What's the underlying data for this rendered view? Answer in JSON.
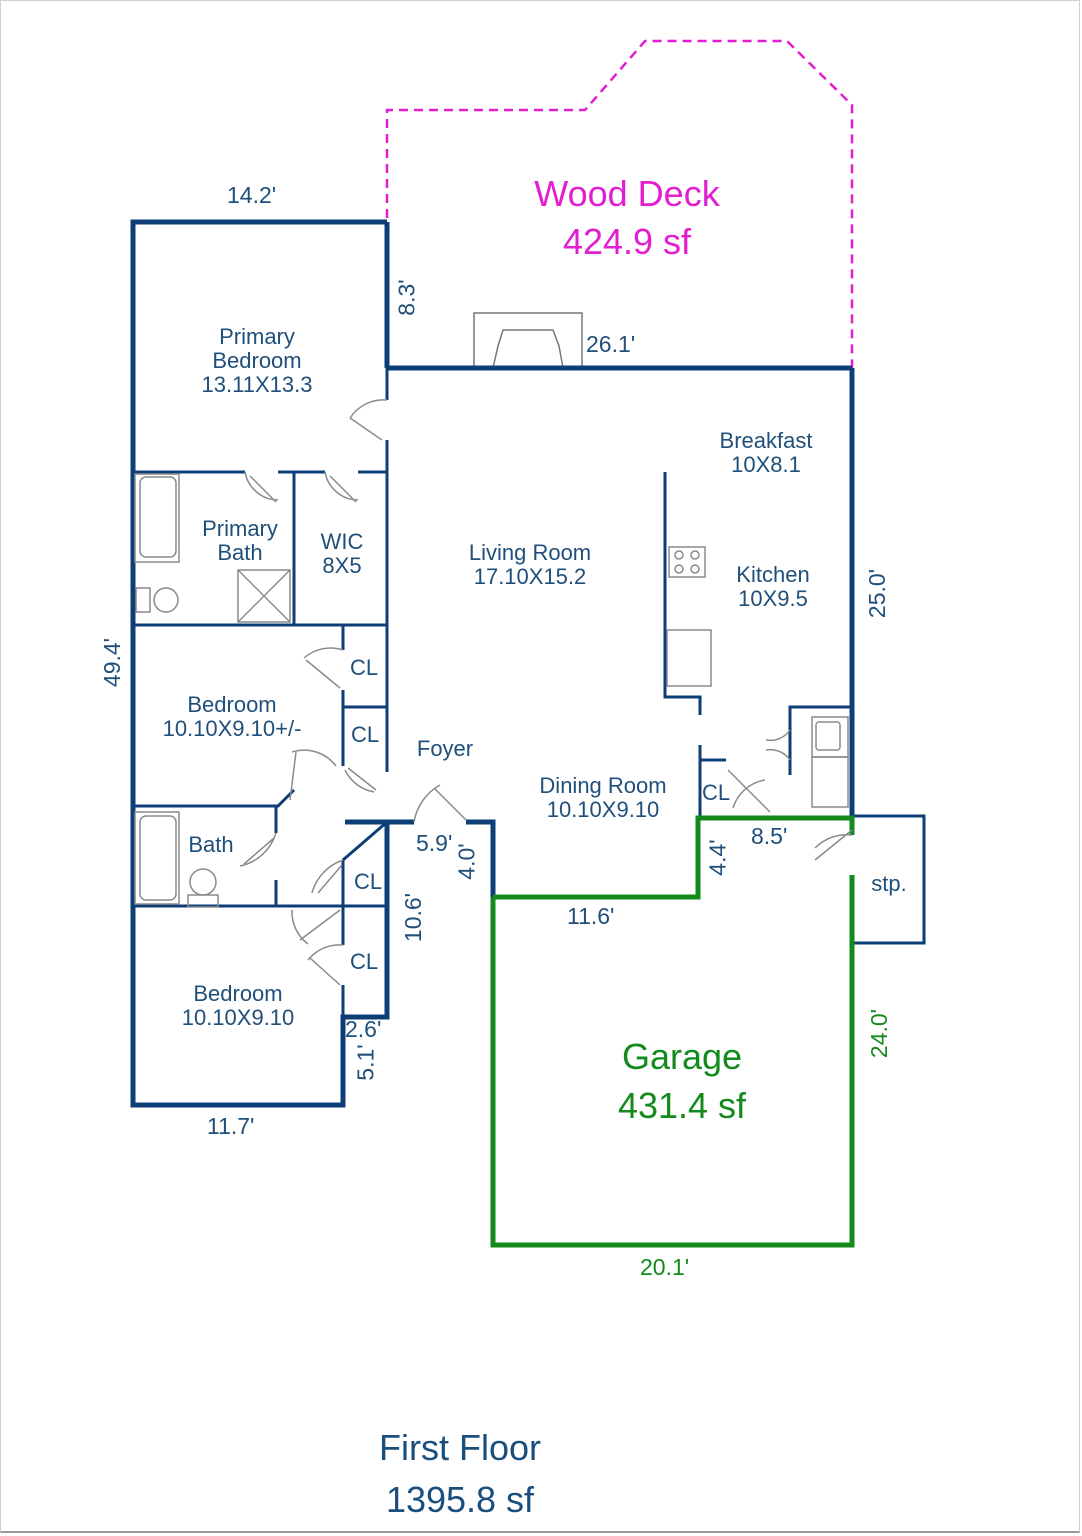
{
  "plan": {
    "title": "First Floor",
    "total_area": "1395.8 sf",
    "colors": {
      "wall": "#0d3e78",
      "text": "#1f4f7a",
      "deck": "#e21ed0",
      "garage": "#138a1c",
      "fixture": "#8a8a8a"
    }
  },
  "areas": {
    "deck": {
      "name": "Wood Deck",
      "area": "424.9 sf"
    },
    "garage": {
      "name": "Garage",
      "area": "431.4 sf"
    }
  },
  "rooms": {
    "primary_bedroom": {
      "name_line1": "Primary",
      "name_line2": "Bedroom",
      "size": "13.11X13.3"
    },
    "primary_bath": {
      "name_line1": "Primary",
      "name_line2": "Bath"
    },
    "wic": {
      "name": "WIC",
      "size": "8X5"
    },
    "living_room": {
      "name": "Living Room",
      "size": "17.10X15.2"
    },
    "breakfast": {
      "name": "Breakfast",
      "size": "10X8.1"
    },
    "kitchen": {
      "name": "Kitchen",
      "size": "10X9.5"
    },
    "bedroom2": {
      "name": "Bedroom",
      "size": "10.10X9.10+/-"
    },
    "bath": {
      "name": "Bath"
    },
    "foyer": {
      "name": "Foyer"
    },
    "dining_room": {
      "name": "Dining Room",
      "size": "10.10X9.10"
    },
    "bedroom3": {
      "name": "Bedroom",
      "size": "10.10X9.10"
    },
    "stoop": {
      "name": "stp."
    },
    "closets": [
      "CL",
      "CL",
      "CL",
      "CL",
      "CL"
    ]
  },
  "dimensions": {
    "top_left": "14.2'",
    "deck_left": "8.3'",
    "deck_bottom": "26.1'",
    "left_overall": "49.4'",
    "right_upper": "25.0'",
    "laundry_bottom": "8.5'",
    "garage_notch": "4.4'",
    "foyer_width": "5.9'",
    "foyer_depth": "4.0'",
    "hall_closet": "10.6'",
    "dining_bottom": "11.6'",
    "garage_right": "24.0'",
    "garage_bottom": "20.1'",
    "bed3_notch_h": "2.6'",
    "bed3_notch_v": "5.1'",
    "bottom_left": "11.7'"
  }
}
